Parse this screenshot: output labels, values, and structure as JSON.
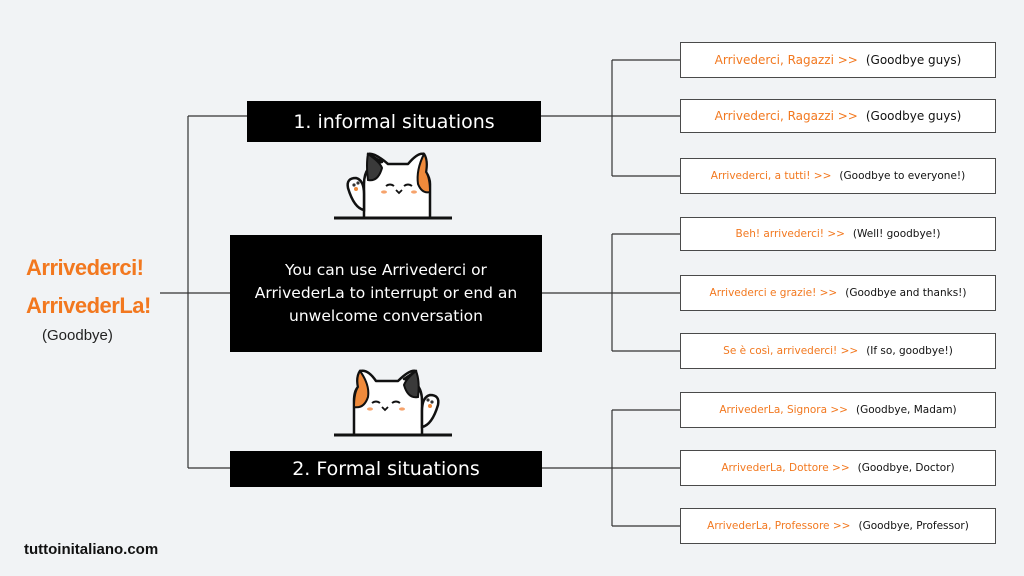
{
  "headword": {
    "line1": "Arrivederci!",
    "line2": "ArrivederLa!",
    "gloss": "(Goodbye)"
  },
  "categories": {
    "informal": "1. informal situations",
    "center": "You can use Arrivederci or ArrivederLa to interrupt or end an unwelcome conversation",
    "formal": "2. Formal situations"
  },
  "leaves": {
    "informal": [
      {
        "it": "Arrivederci, Ragazzi >>",
        "en": "(Goodbye guys)"
      },
      {
        "it": "Arrivederci, Ragazzi >>",
        "en": "(Goodbye guys)"
      },
      {
        "it": "Arrivederci, a tutti! >>",
        "en": "(Goodbye to everyone!)"
      }
    ],
    "interrupt": [
      {
        "it": "Beh! arrivederci! >>",
        "en": "(Well! goodbye!)"
      },
      {
        "it": "Arrivederci e grazie! >>",
        "en": "(Goodbye and thanks!)"
      },
      {
        "it": "Se è così, arrivederci! >>",
        "en": "(If so, goodbye!)"
      }
    ],
    "formal": [
      {
        "it": "ArrivederLa, Signora >>",
        "en": "(Goodbye, Madam)"
      },
      {
        "it": "ArrivederLa, Dottore >>",
        "en": "(Goodbye, Doctor)"
      },
      {
        "it": "ArrivederLa, Professore >>",
        "en": "(Goodbye, Professor)"
      }
    ]
  },
  "illustrations": {
    "top": "waving-cat-icon",
    "bottom": "waving-cat-icon"
  },
  "colors": {
    "accent": "#f2781f",
    "box": "#000000",
    "background": "#f1f3f5",
    "line": "#333333"
  },
  "footer": {
    "site": "tuttoinitaliano.com"
  }
}
